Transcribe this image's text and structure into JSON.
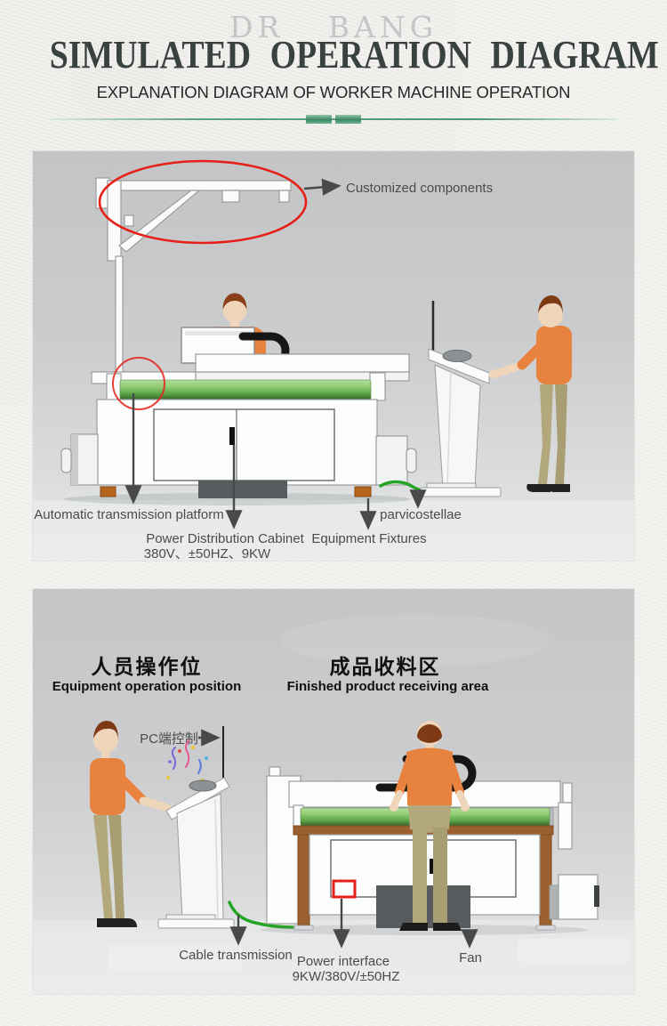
{
  "header": {
    "watermark": "DR BANG",
    "title": "SIMULATED  OPERATION  DIAGRAM",
    "subtitle": "EXPLANATION DIAGRAM OF WORKER MACHINE OPERATION"
  },
  "colors": {
    "annotation_red": "#e62019",
    "divider_green": "#4f9478",
    "roller_green_top": "#b4dd9b",
    "roller_green_bottom": "#35662c",
    "cable_green": "#25a525",
    "worker_shirt_orange": "#e8823f",
    "worker_pants_khaki": "#b3a87c",
    "label_gray": "#4b4b4b"
  },
  "panel_operation": {
    "annotations": {
      "customized_components": "Customized components",
      "automatic_transmission_platform": "Automatic transmission platform",
      "power_distribution_cabinet": "Power Distribution Cabinet",
      "power_distribution_specs": "380V、±50HZ、9KW",
      "equipment_fixtures": "Equipment Fixtures",
      "parvicostellae": "parvicostellae"
    }
  },
  "panel_zones": {
    "headings": {
      "operation_position_zh": "人员操作位",
      "operation_position_en": "Equipment operation position",
      "receiving_area_zh": "成品收料区",
      "receiving_area_en": "Finished product receiving area"
    },
    "annotations": {
      "pc_control": "PC端控制",
      "cable_transmission": "Cable transmission",
      "power_interface": "Power interface",
      "power_interface_specs": "9KW/380V/±50HZ",
      "fan": "Fan"
    }
  }
}
